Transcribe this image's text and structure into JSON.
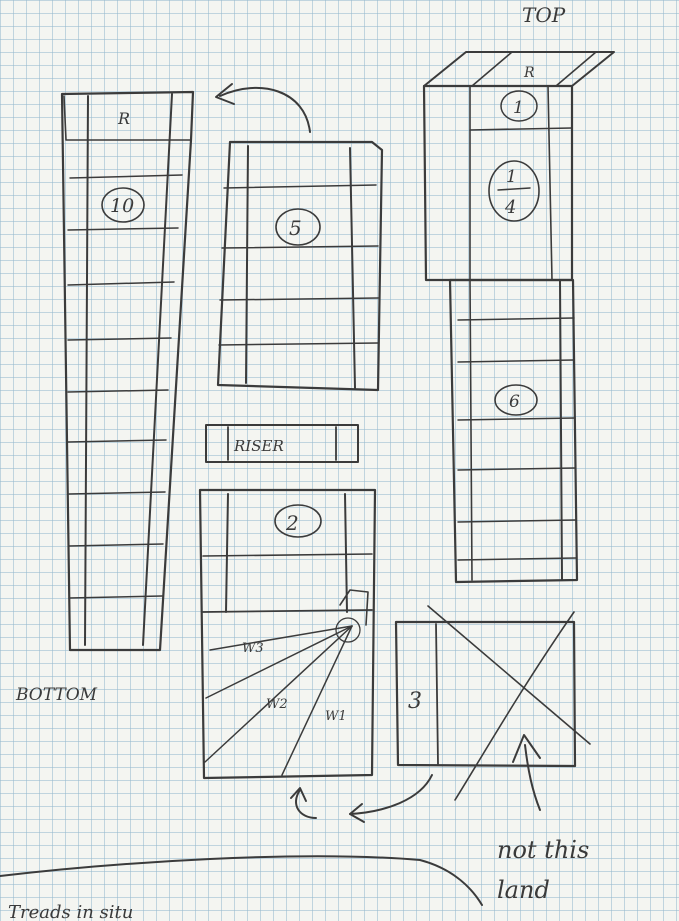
{
  "labels": {
    "top": "TOP",
    "bottom": "BOTTOM",
    "riser": "RISER",
    "r_left": "R",
    "r_top": "R",
    "n1": "1",
    "n4": "4",
    "n5": "5",
    "n6": "6",
    "n10": "10",
    "n2": "2",
    "n3": "3",
    "w1": "W1",
    "w2": "W2",
    "w3": "W3",
    "note_line1": "not this",
    "note_line2": "land",
    "bottom_caption": "Treads in situ"
  },
  "colors": {
    "pencil": "#3b3b3b",
    "paper": "#f4f5f1",
    "grid": "#96b9cd"
  }
}
